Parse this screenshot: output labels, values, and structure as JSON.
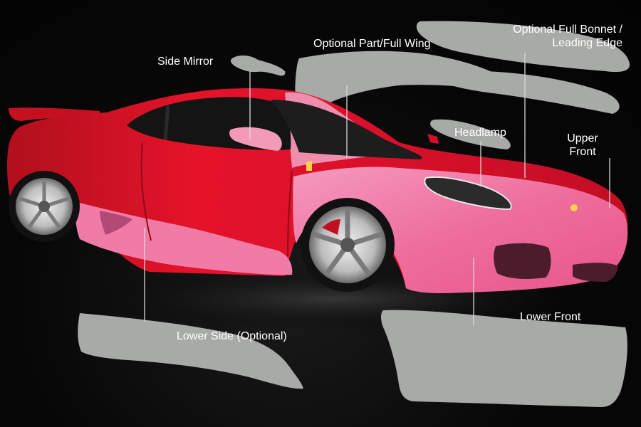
{
  "callouts": {
    "side_mirror": "Side Mirror",
    "wing": "Optional Part/Full Wing",
    "bonnet_line1": "Optional Full Bonnet /",
    "bonnet_line2": "Leading Edge",
    "headlamp": "Headlamp",
    "upper_front_line1": "Upper",
    "upper_front_line2": "Front",
    "lower_side": "Lower Side (Optional)",
    "lower_front": "Lower Front"
  },
  "colors": {
    "background": "#050505",
    "car_body": "#e5132a",
    "film_coverage": "#f0709e",
    "film_piece": "#a7aaa6",
    "leader_line": "#d8d8d8",
    "text": "#ffffff"
  },
  "icons": {
    "car_illustration": "sports-car-side-view",
    "film_pieces": "protection-film-cutout-shapes"
  }
}
